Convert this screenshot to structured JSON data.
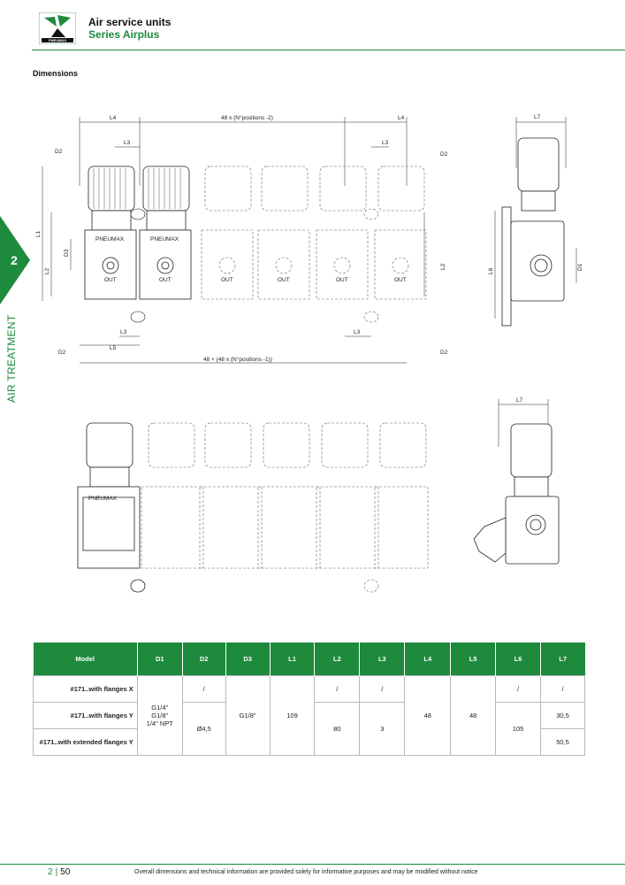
{
  "header": {
    "brand": "PNEUMAX",
    "title": "Air service units",
    "subtitle": "Series Airplus"
  },
  "section": {
    "label": "Dimensions"
  },
  "chapter": {
    "number": "2",
    "name": "AIR TREATMENT"
  },
  "drawing": {
    "dims": {
      "L1": "L1",
      "L2": "L2",
      "L3": "L3",
      "L4": "L4",
      "L5": "L5",
      "L6": "L6",
      "L7": "L7",
      "D1": "D1",
      "D2": "D2",
      "D3": "D3",
      "top_span": "48 x (N°positions -2)",
      "bottom_span": "48 + (48 x (N°positions -1))",
      "out": "OUT",
      "unit_brand": "PNEUMAX"
    }
  },
  "table": {
    "headers": [
      "Model",
      "D1",
      "D2",
      "D3",
      "L1",
      "L2",
      "L3",
      "L4",
      "L5",
      "L6",
      "L7"
    ],
    "models": [
      "#171..with flanges X",
      "#171..with flanges Y",
      "#171..with extended flanges Y"
    ],
    "d1": [
      "G1/4\"",
      "G1/8\"",
      "1/4\" NPT"
    ],
    "d2_x": "/",
    "d2_y": "Ø4,5",
    "d3": "G1/8\"",
    "l1": "109",
    "l2_x": "/",
    "l2_y": "80",
    "l3_x": "/",
    "l3_y": "3",
    "l4": "48",
    "l5": "48",
    "l6_x": "/",
    "l6_y": "105",
    "l7_x": "/",
    "l7_y": "30,5",
    "l7_ext": "50,5"
  },
  "footer": {
    "chapter": "2",
    "page": "50",
    "note": "Overall dimensions and technical information are provided solely for informative purposes and may be modified without notice"
  }
}
